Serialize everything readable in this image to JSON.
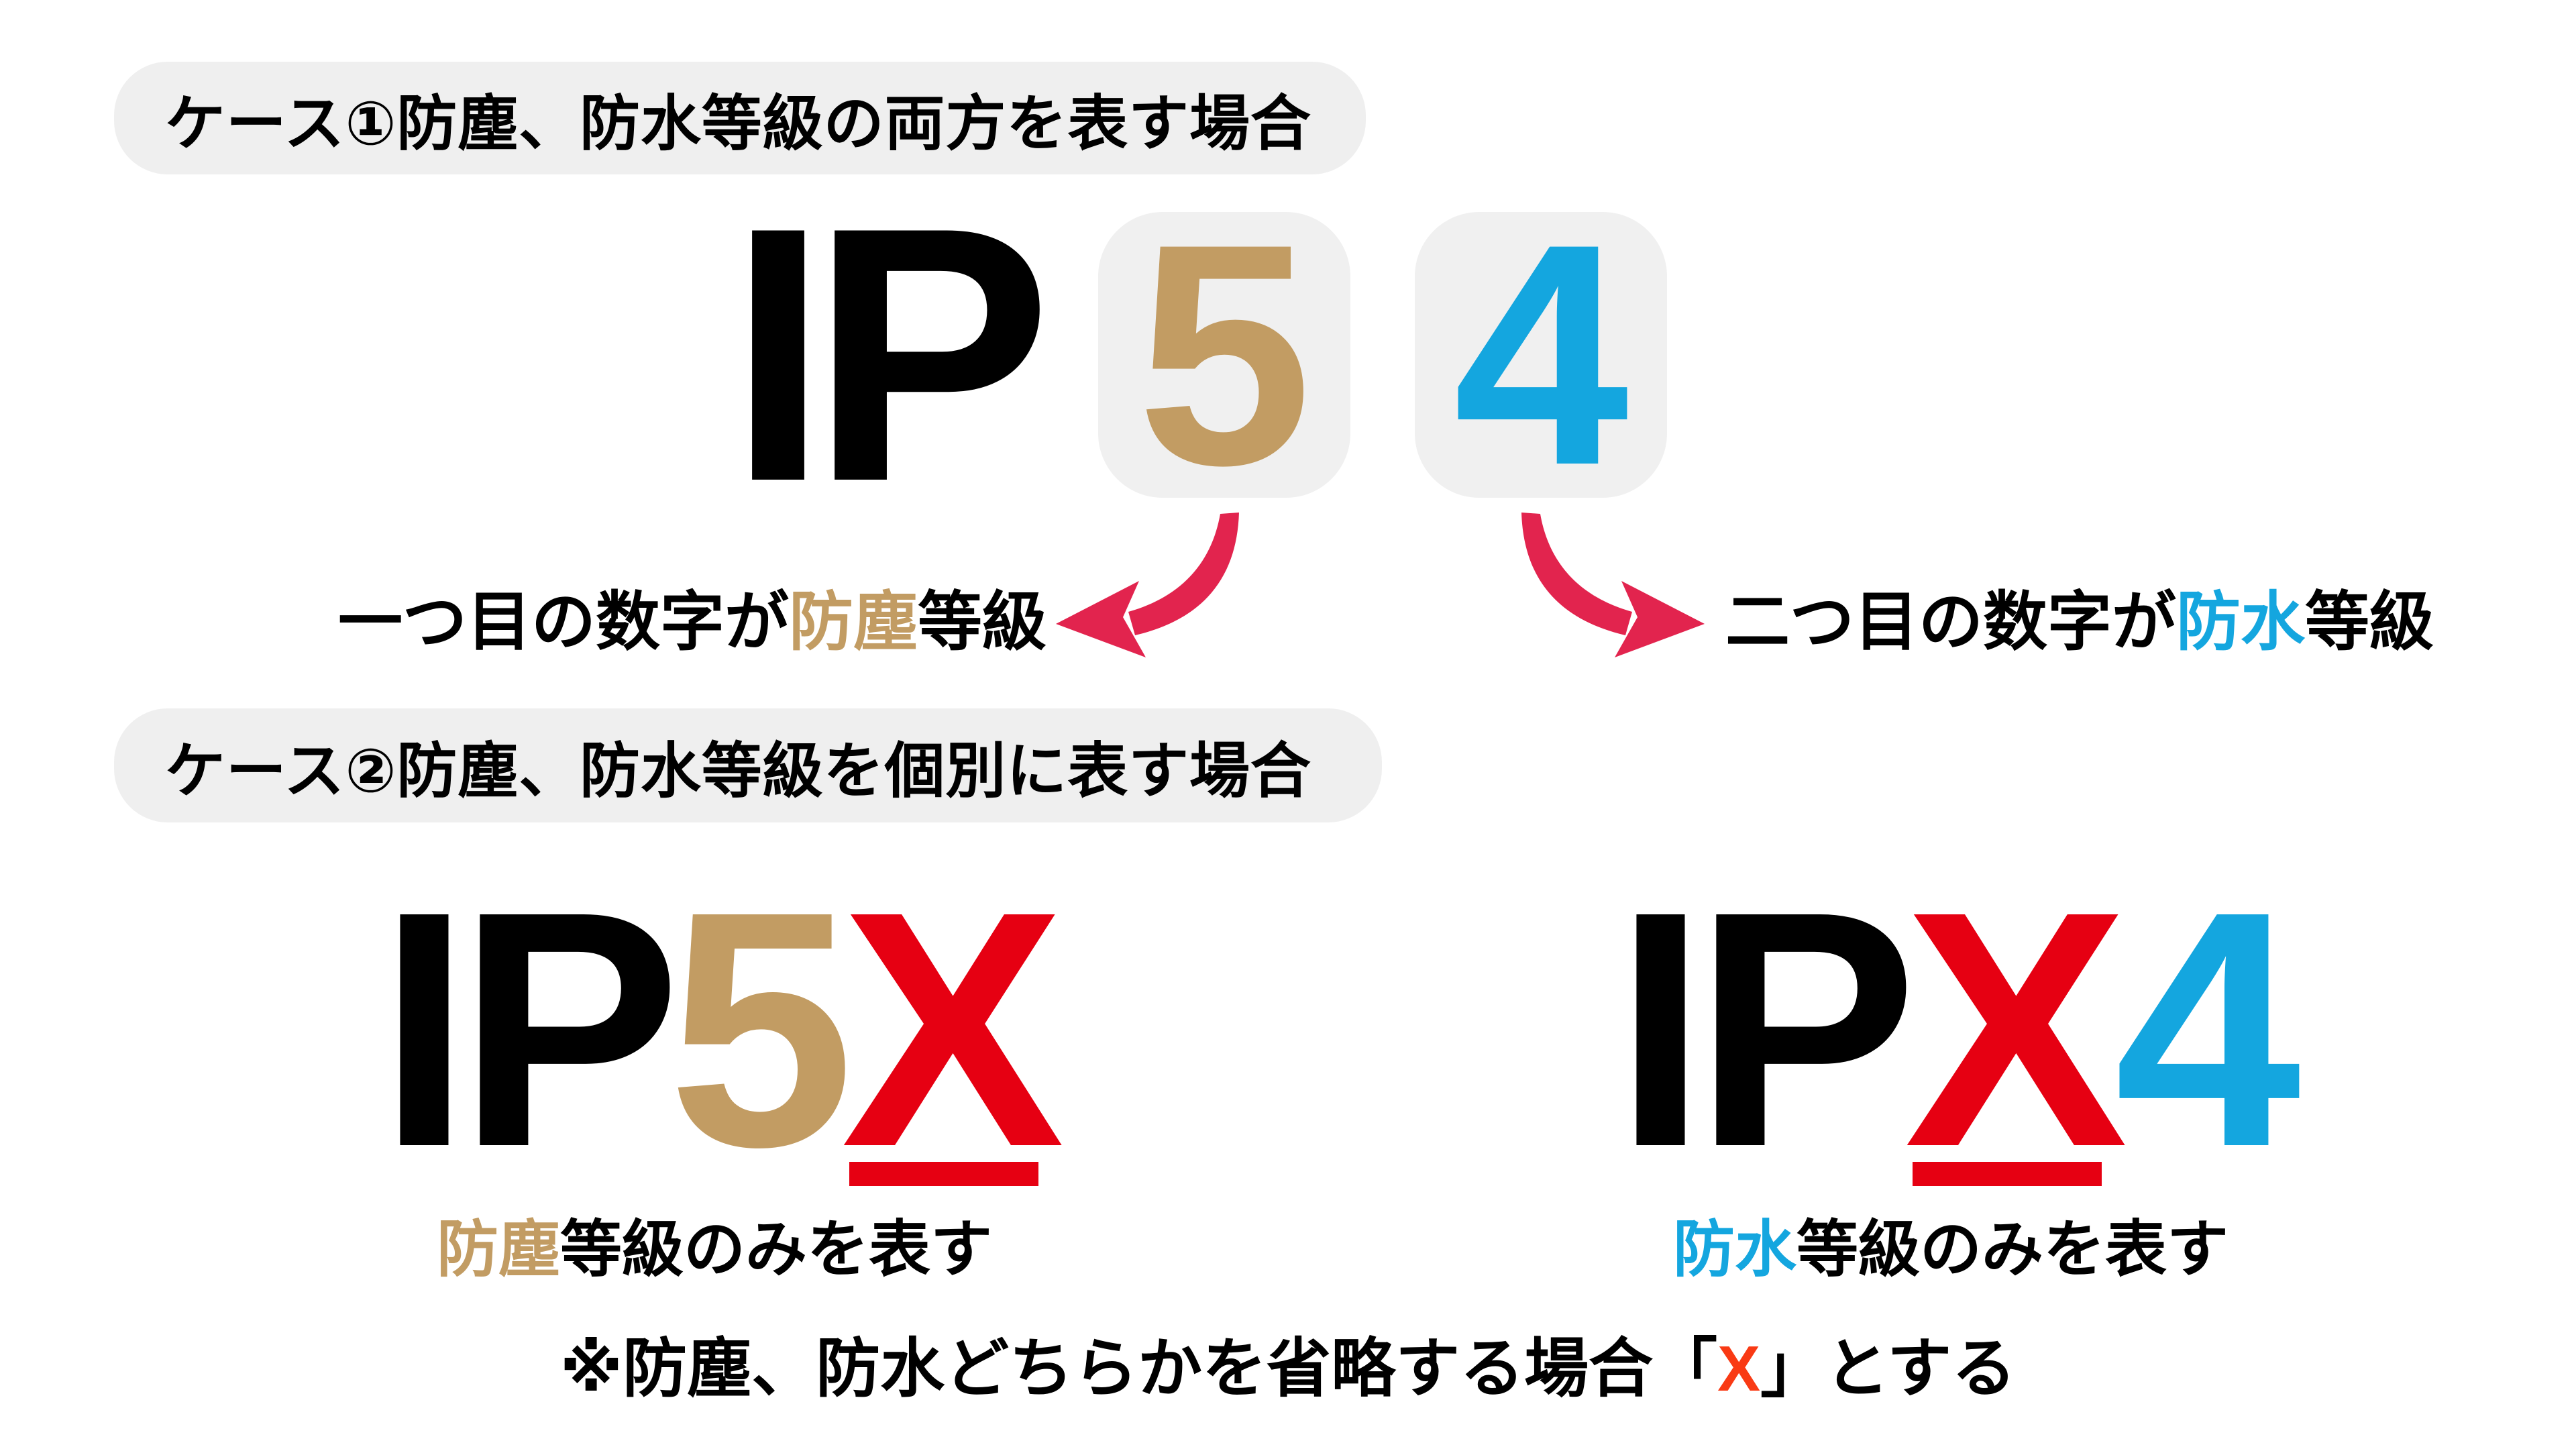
{
  "colors": {
    "dust_gold": "#c29c63",
    "water_blue": "#14a6df",
    "x_red": "#e60012",
    "arrow_crimson": "#e2244e",
    "footnote_x_red": "#f93a14",
    "pill_background": "#efefef",
    "digit_box_background": "#f0f0f0",
    "text_black": "#000000"
  },
  "case1": {
    "label": "ケース①防塵、防水等級の両方を表す場合",
    "code": {
      "prefix": "IP",
      "first_digit": "5",
      "second_digit": "4"
    },
    "left_annotation": {
      "pre": "一つ目の数字が",
      "highlight": "防塵",
      "post": "等級"
    },
    "right_annotation": {
      "pre": "二つ目の数字が",
      "highlight": "防水",
      "post": "等級"
    }
  },
  "case2": {
    "label": "ケース②防塵、防水等級を個別に表す場合",
    "dust_example": {
      "prefix": "IP",
      "digit": "5",
      "x": "X",
      "caption_highlight": "防塵",
      "caption_rest": "等級のみを表す"
    },
    "water_example": {
      "prefix": "IP",
      "x": "X",
      "digit": "4",
      "caption_highlight": "防水",
      "caption_rest": "等級のみを表す"
    }
  },
  "footnote": {
    "pre": "※防塵、防水どちらかを省略する場合「",
    "x": "X",
    "post": "」とする"
  }
}
